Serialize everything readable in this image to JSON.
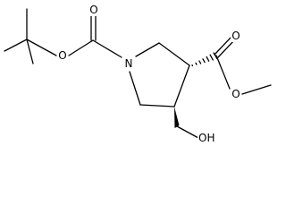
{
  "molecule": {
    "atoms": {
      "n1": "N",
      "o_carbonyl_boc": "O",
      "o_ether_boc": "O",
      "o_carbonyl_ester": "O",
      "o_ether_ester": "O",
      "oh": "OH"
    },
    "colors": {
      "bond": "#000000",
      "background": "#ffffff"
    }
  }
}
